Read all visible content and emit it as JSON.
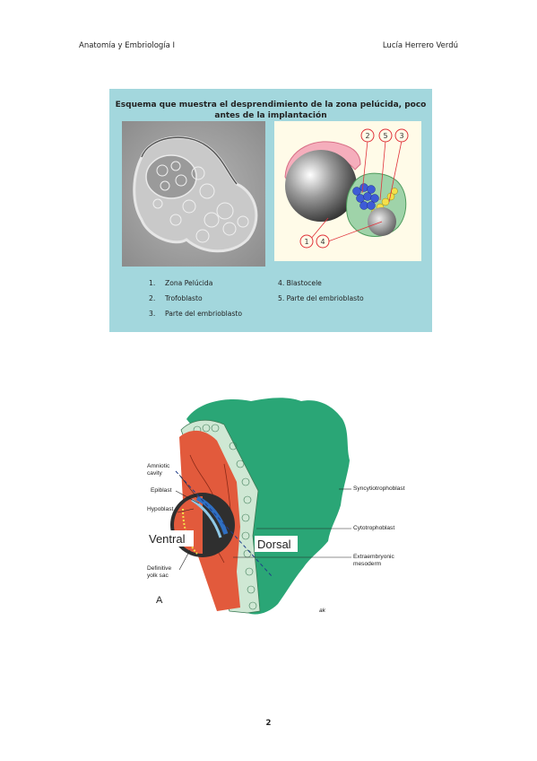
{
  "header": {
    "left": "Anatomía y Embriología I",
    "right": "Lucía Herrero Verdú"
  },
  "figure1": {
    "title_line1": "Esquema que muestra el desprendimiento de la zona pelúcida, poco",
    "title_line2": "antes de la implantación",
    "callouts": [
      "2",
      "5",
      "3",
      "1",
      "4"
    ],
    "legend": [
      {
        "num": "1.",
        "text": "Zona Pelúcida"
      },
      {
        "num": "2.",
        "text": "Trofoblasto"
      },
      {
        "num": "3.",
        "text": "Parte del embrioblasto"
      },
      {
        "num": "4.",
        "text": "Blastocele"
      },
      {
        "num": "5.",
        "text": "Parte del embrioblasto"
      }
    ]
  },
  "figure2": {
    "labels": {
      "amniotic_1": "Amniotic",
      "amniotic_2": "cavity",
      "epiblast": "Epiblast",
      "hypoblast": "Hypoblast",
      "definitive_1": "Definitive",
      "definitive_2": "yolk sac",
      "syncytio": "Syncytiotrophoblast",
      "cyto": "Cytotrophoblast",
      "extra_1": "Extraembryonic",
      "extra_2": "mesoderm"
    },
    "ventral": "Ventral",
    "dorsal": "Dorsal",
    "panel": "A",
    "signature": "ak"
  },
  "page_number": "2",
  "colors": {
    "fig1_bg": "#a3d7dd",
    "syncytio": "#2aa676",
    "mesoderm": "#e25a3c",
    "cyto": "#cfe8d4"
  }
}
